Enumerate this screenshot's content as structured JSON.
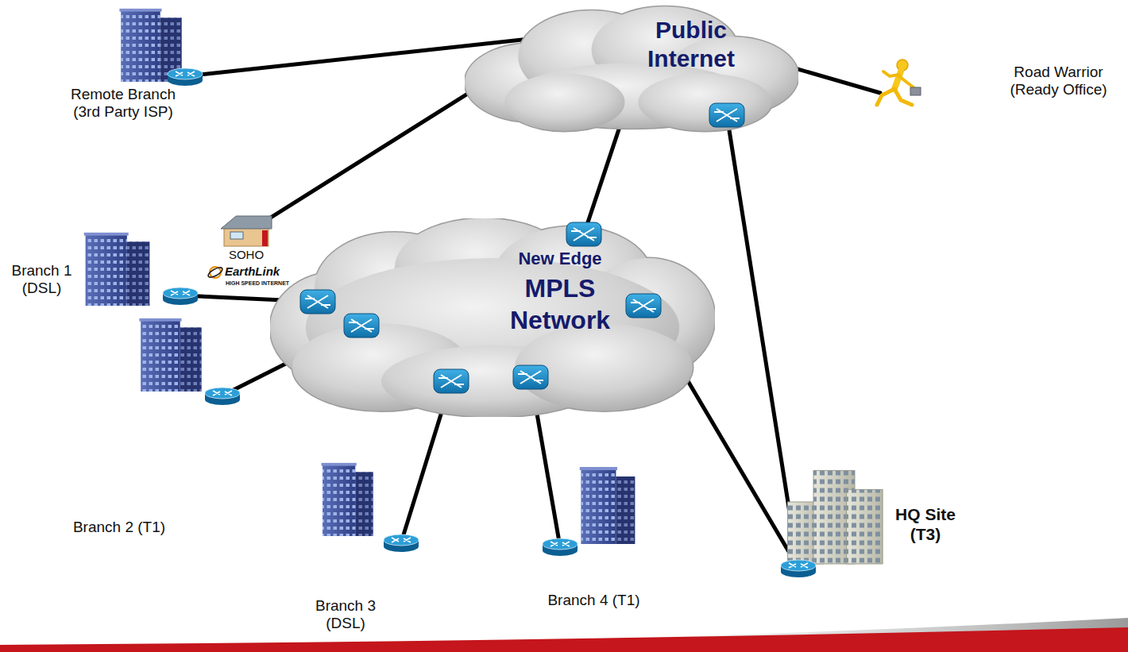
{
  "diagram": {
    "nodes": [
      {
        "text": [
          "Remote Branch (3rd Party ISP)"
        ]
      },
      {
        "text": [
          "Public Internet"
        ]
      },
      {
        "text": [
          "Road Warrior (Ready Office)"
        ]
      },
      {
        "text": [
          "SOHO"
        ]
      },
      {
        "text": [
          "New Edge",
          "MPLS Network"
        ]
      },
      {
        "text": [
          "Branch 1 (DSL)"
        ]
      },
      {
        "text": [
          "Branch 2 (T1)"
        ]
      },
      {
        "text": [
          "Branch 3 (DSL)"
        ]
      },
      {
        "text": [
          "Branch 4 (T1)"
        ]
      },
      {
        "text": [
          "HQ Site (T3)"
        ]
      }
    ],
    "edges": [
      {
        "from": 0,
        "to": 1,
        "arrow": "none"
      },
      {
        "from": 3,
        "to": 1,
        "arrow": "none"
      },
      {
        "from": 1,
        "to": 2,
        "arrow": "none"
      },
      {
        "from": 4,
        "to": 1,
        "arrow": "none"
      },
      {
        "from": 9,
        "to": 1,
        "arrow": "none"
      },
      {
        "from": 5,
        "to": 4,
        "arrow": "none"
      },
      {
        "from": 6,
        "to": 4,
        "arrow": "none"
      },
      {
        "from": 7,
        "to": 4,
        "arrow": "none"
      },
      {
        "from": 8,
        "to": 4,
        "arrow": "none"
      },
      {
        "from": 9,
        "to": 4,
        "arrow": "none"
      }
    ],
    "labels": [
      "EarthLink",
      "HIGH SPEED INTERNET"
    ]
  }
}
